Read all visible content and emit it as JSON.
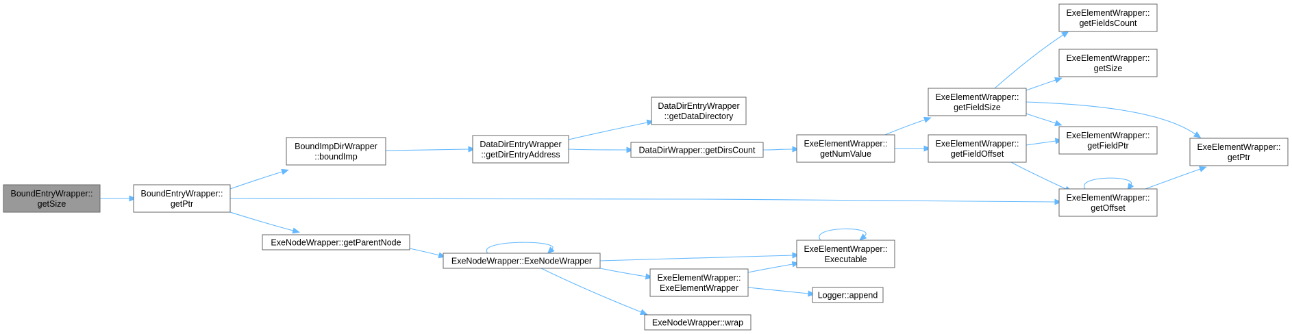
{
  "diagram": {
    "type": "call-graph",
    "colors": {
      "root_fill": "#999999",
      "node_fill": "#ffffff",
      "node_border": "#666666",
      "edge": "#63b8ff"
    },
    "nodes": [
      {
        "id": "root",
        "lines": [
          "BoundEntryWrapper::",
          "getSize"
        ],
        "highlight": true
      },
      {
        "id": "bew_getptr",
        "lines": [
          "BoundEntryWrapper::",
          "getPtr"
        ]
      },
      {
        "id": "bidw_boundimp",
        "lines": [
          "BoundImpDirWrapper",
          "::boundImp"
        ]
      },
      {
        "id": "dde_getdir",
        "lines": [
          "DataDirEntryWrapper",
          "::getDirEntryAddress"
        ]
      },
      {
        "id": "dde_getdatadir",
        "lines": [
          "DataDirEntryWrapper",
          "::getDataDirectory"
        ]
      },
      {
        "id": "ddw_getdirscount",
        "lines": [
          "DataDirWrapper::getDirsCount"
        ]
      },
      {
        "id": "eew_getnumvalue",
        "lines": [
          "ExeElementWrapper::",
          "getNumValue"
        ]
      },
      {
        "id": "eew_getfieldsize",
        "lines": [
          "ExeElementWrapper::",
          "getFieldSize"
        ]
      },
      {
        "id": "eew_getfieldoffset",
        "lines": [
          "ExeElementWrapper::",
          "getFieldOffset"
        ]
      },
      {
        "id": "eew_getfieldscount",
        "lines": [
          "ExeElementWrapper::",
          "getFieldsCount"
        ]
      },
      {
        "id": "eew_getsize",
        "lines": [
          "ExeElementWrapper::",
          "getSize"
        ]
      },
      {
        "id": "eew_getfieldptr",
        "lines": [
          "ExeElementWrapper::",
          "getFieldPtr"
        ]
      },
      {
        "id": "eew_getptr",
        "lines": [
          "ExeElementWrapper::",
          "getPtr"
        ]
      },
      {
        "id": "eew_getoffset",
        "lines": [
          "ExeElementWrapper::",
          "getOffset"
        ]
      },
      {
        "id": "enw_getparentnode",
        "lines": [
          "ExeNodeWrapper::getParentNode"
        ]
      },
      {
        "id": "enw_ctor",
        "lines": [
          "ExeNodeWrapper::ExeNodeWrapper"
        ]
      },
      {
        "id": "eew_executable",
        "lines": [
          "ExeElementWrapper::",
          "Executable"
        ]
      },
      {
        "id": "eew_ctor",
        "lines": [
          "ExeElementWrapper::",
          "ExeElementWrapper"
        ]
      },
      {
        "id": "logger_append",
        "lines": [
          "Logger::append"
        ]
      },
      {
        "id": "enw_wrap",
        "lines": [
          "ExeNodeWrapper::wrap"
        ]
      }
    ],
    "edges": [
      [
        "root",
        "bew_getptr"
      ],
      [
        "bew_getptr",
        "bidw_boundimp"
      ],
      [
        "bew_getptr",
        "eew_getoffset"
      ],
      [
        "bew_getptr",
        "enw_getparentnode"
      ],
      [
        "bidw_boundimp",
        "dde_getdir"
      ],
      [
        "dde_getdir",
        "dde_getdatadir"
      ],
      [
        "dde_getdir",
        "ddw_getdirscount"
      ],
      [
        "ddw_getdirscount",
        "eew_getnumvalue"
      ],
      [
        "eew_getnumvalue",
        "eew_getfieldsize"
      ],
      [
        "eew_getnumvalue",
        "eew_getfieldoffset"
      ],
      [
        "eew_getfieldsize",
        "eew_getfieldscount"
      ],
      [
        "eew_getfieldsize",
        "eew_getsize"
      ],
      [
        "eew_getfieldsize",
        "eew_getfieldptr"
      ],
      [
        "eew_getfieldsize",
        "eew_getptr"
      ],
      [
        "eew_getfieldoffset",
        "eew_getfieldptr"
      ],
      [
        "eew_getfieldoffset",
        "eew_getoffset"
      ],
      [
        "eew_getoffset",
        "eew_getoffset"
      ],
      [
        "eew_getoffset",
        "eew_getptr"
      ],
      [
        "enw_getparentnode",
        "enw_ctor"
      ],
      [
        "enw_ctor",
        "enw_ctor"
      ],
      [
        "enw_ctor",
        "eew_executable"
      ],
      [
        "enw_ctor",
        "eew_ctor"
      ],
      [
        "enw_ctor",
        "enw_wrap"
      ],
      [
        "eew_executable",
        "eew_executable"
      ],
      [
        "eew_ctor",
        "eew_executable"
      ],
      [
        "eew_ctor",
        "logger_append"
      ]
    ]
  }
}
